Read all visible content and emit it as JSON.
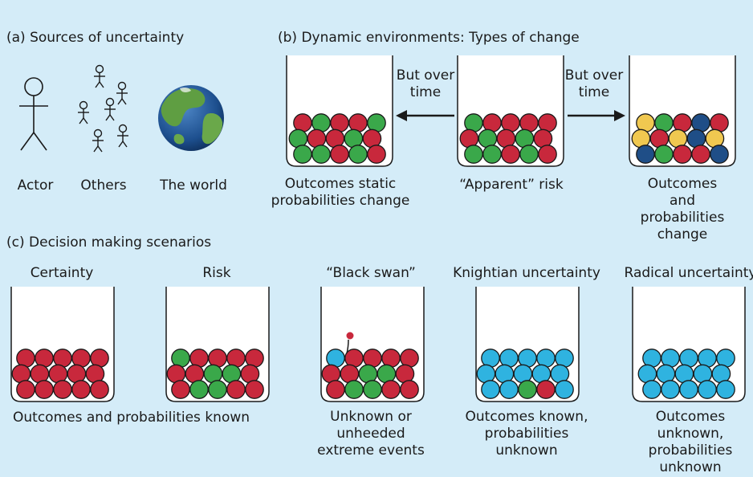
{
  "panel_a": {
    "title": "(a) Sources of uncertainty",
    "actor_label": "Actor",
    "others_label": "Others",
    "world_label": "The world",
    "actor_icon": "stick-figure-icon",
    "others_icon": "group-of-people-icon",
    "world_icon": "earth-globe-icon"
  },
  "panel_b": {
    "title": "(b) Dynamic environments: Types of change",
    "left_arrow_label": "But over\ntime",
    "right_arrow_label": "But over\ntime",
    "left_jar_caption": "Outcomes static\nprobabilities change",
    "center_jar_caption": "“Apparent” risk",
    "right_jar_caption": "Outcomes and\nprobabilities change"
  },
  "panel_c": {
    "title": "(c) Decision making scenarios",
    "scenarios": [
      {
        "label": "Certainty"
      },
      {
        "label": "Risk"
      },
      {
        "label": "“Black swan”"
      },
      {
        "label": "Knightian uncertainty"
      },
      {
        "label": "Radical uncertainty"
      }
    ],
    "caption_shared": "Outcomes and probabilities known",
    "caption_black_swan": "Unknown or\nunheeded\nextreme events",
    "caption_knightian": "Outcomes known,\nprobabilities\nunknown",
    "caption_radical": "Outcomes unknown,\nprobabilities\nunknown"
  },
  "colors": {
    "background": "#d4ecf8",
    "red": "#c8283c",
    "green": "#3aa84a",
    "yellow": "#f0c850",
    "navy": "#1f4e87",
    "cyan": "#2fb3e0",
    "jar_fill": "#ffffff",
    "outline": "#1a1a1a"
  },
  "jars": [
    {
      "id": "b-left",
      "balls": [
        "R",
        "G",
        "R",
        "R",
        "G",
        "G",
        "R",
        "R",
        "G",
        "R",
        "G",
        "G",
        "R",
        "G",
        "R"
      ]
    },
    {
      "id": "b-center",
      "balls": [
        "G",
        "R",
        "R",
        "R",
        "R",
        "R",
        "G",
        "R",
        "G",
        "R",
        "G",
        "G",
        "R",
        "G",
        "R"
      ]
    },
    {
      "id": "b-right",
      "balls": [
        "Y",
        "G",
        "R",
        "N",
        "R",
        "Y",
        "R",
        "Y",
        "N",
        "Y",
        "N",
        "G",
        "R",
        "R",
        "N"
      ]
    },
    {
      "id": "c-certainty",
      "balls": [
        "R",
        "R",
        "R",
        "R",
        "R",
        "R",
        "R",
        "R",
        "R",
        "R",
        "R",
        "R",
        "R",
        "R",
        "R"
      ]
    },
    {
      "id": "c-risk",
      "balls": [
        "G",
        "R",
        "R",
        "R",
        "R",
        "R",
        "R",
        "G",
        "G",
        "R",
        "R",
        "G",
        "G",
        "R",
        "R"
      ]
    },
    {
      "id": "c-black-swan",
      "balls": [
        "C",
        "R",
        "R",
        "R",
        "R",
        "R",
        "R",
        "G",
        "G",
        "R",
        "R",
        "G",
        "G",
        "R",
        "R"
      ]
    },
    {
      "id": "c-knightian",
      "balls": [
        "C",
        "C",
        "C",
        "C",
        "C",
        "C",
        "C",
        "C",
        "C",
        "C",
        "C",
        "C",
        "G",
        "R",
        "C"
      ]
    },
    {
      "id": "c-radical",
      "balls": [
        "C",
        "C",
        "C",
        "C",
        "C",
        "C",
        "C",
        "C",
        "C",
        "C",
        "C",
        "C",
        "C",
        "C",
        "C"
      ]
    }
  ]
}
